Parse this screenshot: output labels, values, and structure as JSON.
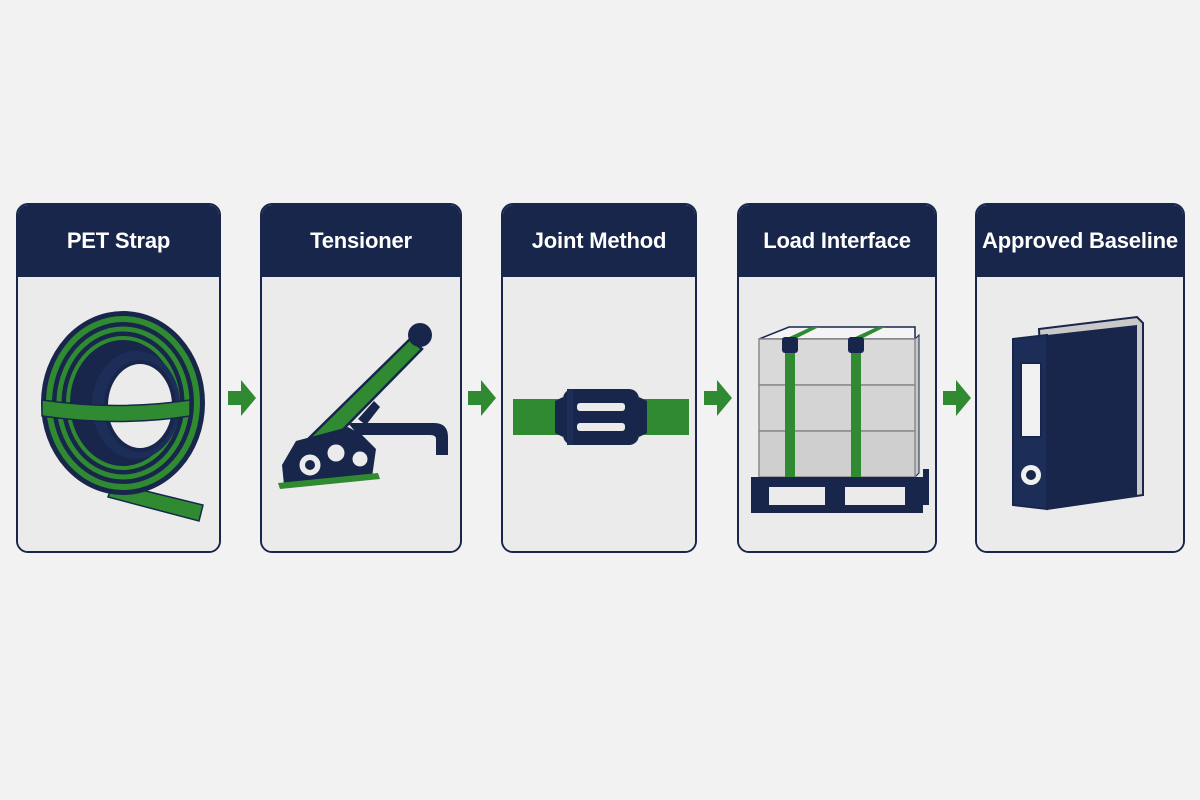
{
  "colors": {
    "navy": "#17264a",
    "green": "#2f8a32",
    "panel": "#ebebeb",
    "background": "#f2f2f2"
  },
  "steps": [
    {
      "title": "PET Strap",
      "icon": "strap-coil-icon"
    },
    {
      "title": "Tensioner",
      "icon": "strapping-tensioner-icon"
    },
    {
      "title": "Joint Method",
      "icon": "strap-seal-joint-icon"
    },
    {
      "title": "Load Interface",
      "icon": "strapped-pallet-load-icon"
    },
    {
      "title": "Approved Baseline",
      "icon": "binder-icon"
    }
  ],
  "connectors": [
    {
      "icon": "arrow-right-icon"
    },
    {
      "icon": "arrow-right-icon"
    },
    {
      "icon": "arrow-right-icon"
    },
    {
      "icon": "arrow-right-icon"
    }
  ]
}
